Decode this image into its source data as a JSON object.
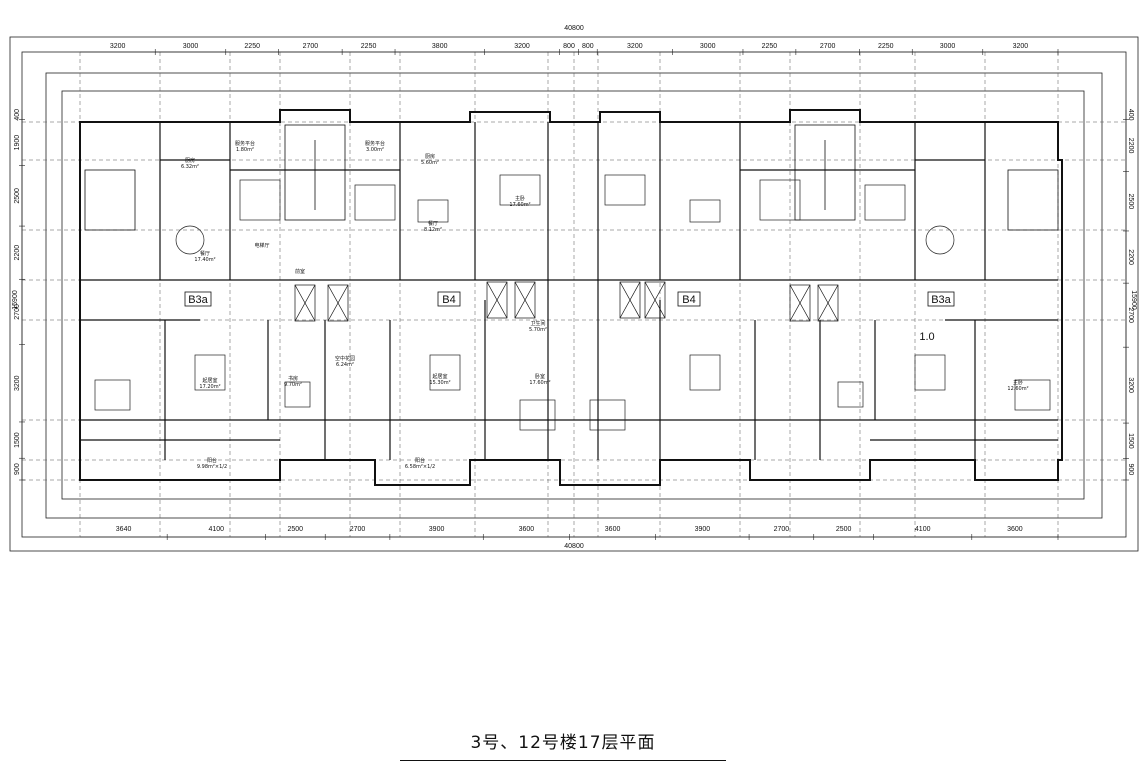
{
  "drawing": {
    "title": "3号、12号楼17层平面",
    "overall_top": "40800",
    "overall_bottom": "40800",
    "overall_left": "15900",
    "overall_right": "15900",
    "top_dims": [
      "3200",
      "3000",
      "2250",
      "2700",
      "2250",
      "3800",
      "3200",
      "800",
      "800",
      "3200",
      "3000",
      "2250",
      "2700",
      "2250",
      "3000",
      "3200"
    ],
    "bottom_dims": [
      "3640",
      "4100",
      "2500",
      "2700",
      "3900",
      "3600",
      "3600",
      "3900",
      "2700",
      "2500",
      "4100",
      "3600"
    ],
    "left_dims": [
      "400",
      "1900",
      "2500",
      "2200",
      "2700",
      "3200",
      "1500",
      "900"
    ],
    "right_dims": [
      "400",
      "2200",
      "2500",
      "2200",
      "2700",
      "3200",
      "1500",
      "900"
    ],
    "unit_tags": [
      "B3a",
      "B4",
      "B4",
      "B3a"
    ],
    "note": "1.0",
    "rooms": [
      {
        "label": "厨房",
        "area": "6.32m²"
      },
      {
        "label": "服务平台",
        "area": "1.80m²"
      },
      {
        "label": "服务平台",
        "area": "3.00m²"
      },
      {
        "label": "厨房",
        "area": "5.60m²"
      },
      {
        "label": "主卧",
        "area": "17.60m²"
      },
      {
        "label": "餐厅",
        "area": "17.40m²"
      },
      {
        "label": "餐厅",
        "area": "8.12m²"
      },
      {
        "label": "电梯厅",
        "area": ""
      },
      {
        "label": "前室",
        "area": ""
      },
      {
        "label": "起居室",
        "area": "17.20m²"
      },
      {
        "label": "起居室",
        "area": "15.30m²"
      },
      {
        "label": "卧室",
        "area": "17.60m²"
      },
      {
        "label": "书房",
        "area": "9.70m²"
      },
      {
        "label": "卫生间",
        "area": "5.70m²"
      },
      {
        "label": "空中花园",
        "area": "6.24m²"
      },
      {
        "label": "阳台",
        "area": "9.98m²×1/2"
      },
      {
        "label": "阳台",
        "area": "6.58m²×1/2"
      },
      {
        "label": "主卧",
        "area": "12.60m²"
      }
    ]
  }
}
